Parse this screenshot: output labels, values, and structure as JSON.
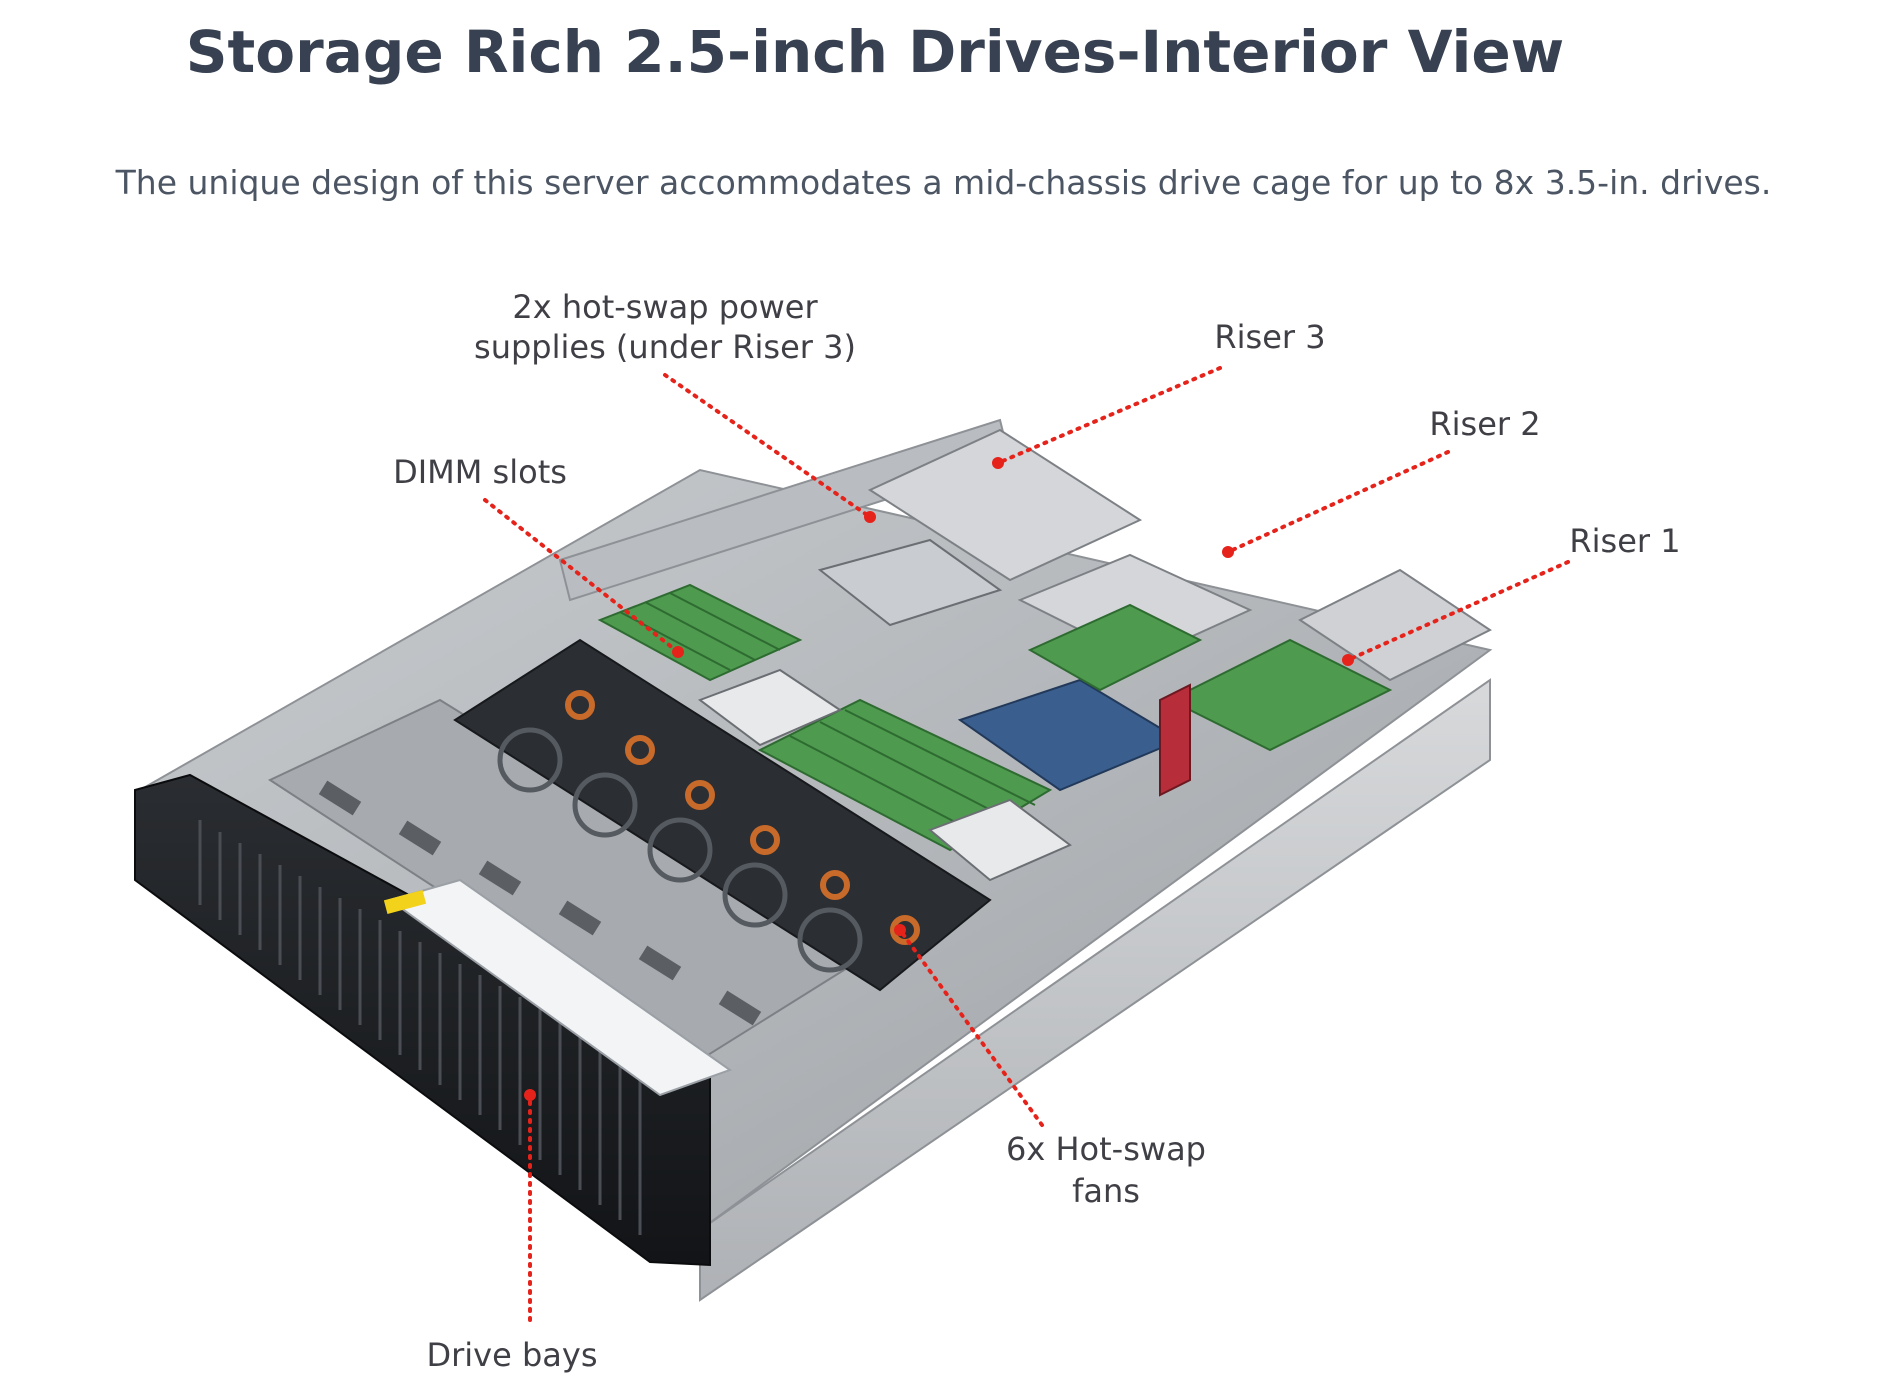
{
  "header": {
    "title": "Storage Rich 2.5-inch Drives-Interior View",
    "subtitle": "The unique design of this server accommodates a mid-chassis drive cage for up to 8x 3.5-in. drives."
  },
  "callouts": {
    "power_supplies_line1": "2x hot-swap power",
    "power_supplies_line2": "supplies (under Riser 3)",
    "riser3": "Riser 3",
    "riser2": "Riser 2",
    "riser1": "Riser 1",
    "dimm": "DIMM slots",
    "fans_line1": "6x Hot-swap",
    "fans_line2": "fans",
    "drive_bays": "Drive bays"
  },
  "colors": {
    "leader": "#e5231b",
    "text": "#3f3f46",
    "title": "#374151"
  }
}
